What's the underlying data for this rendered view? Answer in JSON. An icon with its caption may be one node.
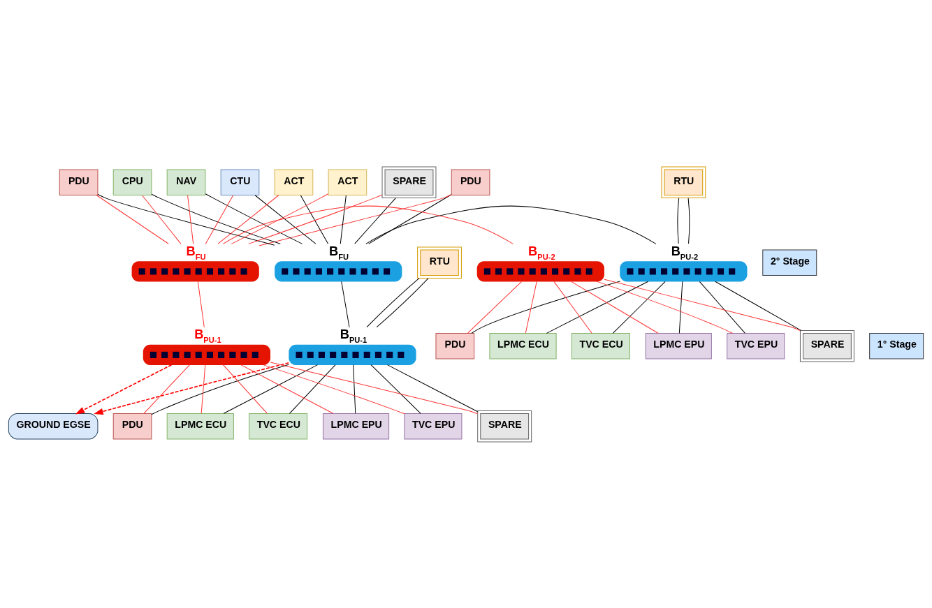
{
  "diagram": {
    "nodes": [
      {
        "text": [
          "PDU"
        ]
      },
      {
        "text": [
          "PDU"
        ]
      },
      {
        "text": [
          "CPU"
        ]
      },
      {
        "text": [
          "NAV"
        ]
      },
      {
        "text": [
          "CTU"
        ]
      },
      {
        "text": [
          "ACT"
        ]
      },
      {
        "text": [
          "ACT"
        ]
      },
      {
        "text": [
          "SPARE"
        ]
      },
      {
        "text": [
          "RTU"
        ]
      },
      {
        "text": [
          "2° Stage"
        ]
      },
      {
        "text": [
          "B$_{FU}$"
        ]
      },
      {
        "text": [
          "B$_{PU-2}$"
        ]
      },
      {
        "text": [
          "B$_{PU-2}$"
        ]
      },
      {
        "text": [
          "B$_{FU}$"
        ]
      },
      {
        "text": [
          "PDU"
        ]
      },
      {
        "text": [
          "LPMC ECU"
        ]
      },
      {
        "text": [
          "TVC ECU"
        ]
      },
      {
        "text": [
          "LPMC EPU"
        ]
      },
      {
        "text": [
          "TVC EPU"
        ]
      },
      {
        "text": [
          "SPARE"
        ]
      },
      {
        "text": [
          "RTU"
        ]
      },
      {
        "text": [
          "B$_{PU-1}$"
        ]
      },
      {
        "text": [
          "B$_{PU-1}$"
        ]
      },
      {
        "text": [
          "1° Stage"
        ]
      },
      {
        "text": [
          "PDU"
        ]
      },
      {
        "text": [
          "LPMC ECU"
        ]
      },
      {
        "text": [
          "TVC ECU"
        ]
      },
      {
        "text": [
          "LPMC EPU"
        ]
      },
      {
        "text": [
          "TVC EPU"
        ]
      },
      {
        "text": [
          "SPARE"
        ]
      },
      {
        "text": [
          "GROUND EGSE"
        ]
      }
    ],
    "edges": [
      {
        "from": 0,
        "to": 10,
        "arrow": "none"
      },
      {
        "from": 0,
        "to": 13,
        "arrow": "none",
        "color": "#ff3333"
      },
      {
        "from": 1,
        "to": 10,
        "arrow": "none"
      },
      {
        "from": 1,
        "to": 13,
        "arrow": "none",
        "color": "#ff3333"
      },
      {
        "from": 2,
        "to": 10,
        "arrow": "none"
      },
      {
        "from": 2,
        "to": 13,
        "arrow": "none",
        "color": "#ff3333"
      },
      {
        "from": 3,
        "to": 10,
        "arrow": "none"
      },
      {
        "from": 3,
        "to": 13,
        "arrow": "none",
        "color": "#ff3333"
      },
      {
        "from": 4,
        "to": 10,
        "arrow": "none"
      },
      {
        "from": 4,
        "to": 13,
        "arrow": "none",
        "color": "#ff3333"
      },
      {
        "from": 5,
        "to": 10,
        "arrow": "none"
      },
      {
        "from": 5,
        "to": 13,
        "arrow": "none",
        "color": "#ff3333"
      },
      {
        "from": 6,
        "to": 10,
        "arrow": "none"
      },
      {
        "from": 6,
        "to": 13,
        "arrow": "none",
        "color": "#ff3333"
      },
      {
        "from": 7,
        "to": 10,
        "arrow": "none"
      },
      {
        "from": 7,
        "to": 13,
        "arrow": "none",
        "color": "#ff3333"
      },
      {
        "from": 10,
        "to": 11,
        "arrow": "none"
      },
      {
        "from": 13,
        "to": 12,
        "arrow": "none",
        "color": "#ff3333"
      },
      {
        "from": 8,
        "to": 11,
        "arrow": "none"
      },
      {
        "from": 8,
        "to": 11,
        "arrow": "none"
      },
      {
        "from": 14,
        "to": 11,
        "arrow": "none"
      },
      {
        "from": 14,
        "to": 12,
        "arrow": "none",
        "color": "#ff3333"
      },
      {
        "from": 15,
        "to": 11,
        "arrow": "none"
      },
      {
        "from": 15,
        "to": 12,
        "arrow": "none",
        "color": "#ff3333"
      },
      {
        "from": 16,
        "to": 11,
        "arrow": "none"
      },
      {
        "from": 16,
        "to": 12,
        "arrow": "none",
        "color": "#ff3333"
      },
      {
        "from": 17,
        "to": 11,
        "arrow": "none"
      },
      {
        "from": 17,
        "to": 12,
        "arrow": "none",
        "color": "#ff3333"
      },
      {
        "from": 18,
        "to": 11,
        "arrow": "none"
      },
      {
        "from": 18,
        "to": 12,
        "arrow": "none",
        "color": "#ff3333"
      },
      {
        "from": 19,
        "to": 11,
        "arrow": "none"
      },
      {
        "from": 19,
        "to": 12,
        "arrow": "none",
        "color": "#ff3333"
      },
      {
        "from": 10,
        "to": 21,
        "arrow": "none"
      },
      {
        "from": 13,
        "to": 22,
        "arrow": "none",
        "color": "#ff3333"
      },
      {
        "from": 20,
        "to": 21,
        "arrow": "none"
      },
      {
        "from": 20,
        "to": 21,
        "arrow": "none"
      },
      {
        "from": 24,
        "to": 21,
        "arrow": "none"
      },
      {
        "from": 24,
        "to": 22,
        "arrow": "none",
        "color": "#ff3333"
      },
      {
        "from": 25,
        "to": 21,
        "arrow": "none"
      },
      {
        "from": 25,
        "to": 22,
        "arrow": "none",
        "color": "#ff3333"
      },
      {
        "from": 26,
        "to": 21,
        "arrow": "none"
      },
      {
        "from": 26,
        "to": 22,
        "arrow": "none",
        "color": "#ff3333"
      },
      {
        "from": 27,
        "to": 21,
        "arrow": "none"
      },
      {
        "from": 27,
        "to": 22,
        "arrow": "none",
        "color": "#ff3333"
      },
      {
        "from": 28,
        "to": 21,
        "arrow": "none"
      },
      {
        "from": 28,
        "to": 22,
        "arrow": "none",
        "color": "#ff3333"
      },
      {
        "from": 29,
        "to": 21,
        "arrow": "none"
      },
      {
        "from": 29,
        "to": 22,
        "arrow": "none",
        "color": "#ff3333"
      },
      {
        "from": 22,
        "to": 30,
        "arrow": "to",
        "style": "dashed",
        "color": "#ff0000"
      },
      {
        "from": 21,
        "to": 30,
        "arrow": "to",
        "style": "dashed",
        "color": "#ff0000"
      }
    ]
  }
}
